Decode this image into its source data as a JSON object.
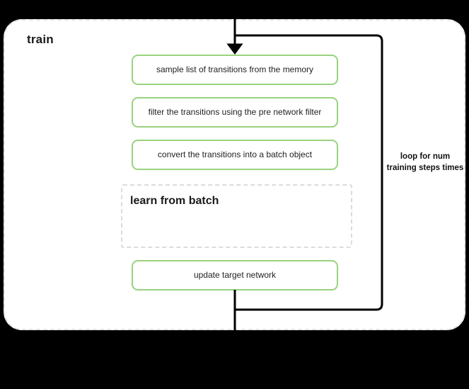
{
  "diagram": {
    "title": "train",
    "steps": [
      {
        "id": "sample",
        "label": "sample list of transitions from the memory"
      },
      {
        "id": "filter",
        "label": "filter the transitions using the pre network filter"
      },
      {
        "id": "convert",
        "label": "convert the transitions into a batch object"
      },
      {
        "id": "update",
        "label": "update target network"
      }
    ],
    "sub_block": {
      "title": "learn from batch"
    },
    "loop": {
      "caption": "loop for num training steps times"
    },
    "colors": {
      "step_border": "#9ad27f",
      "container_border": "#e3e3e3",
      "sub_block_border": "#dcdcdc",
      "connector": "#000000",
      "background": "#000000",
      "surface": "#ffffff"
    }
  }
}
